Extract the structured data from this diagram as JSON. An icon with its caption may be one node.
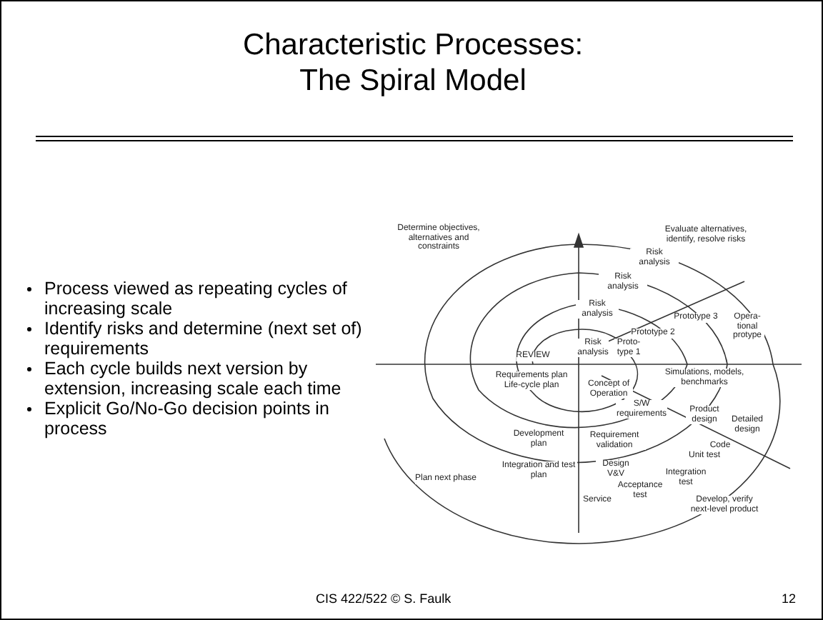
{
  "diagram": {
    "title": "Characteristic Processes: The Spiral Model",
    "labels": [
      "Process viewed as repeating cycles of increasing scale",
      "Identify risks and determine (next set of) requirements",
      "Each cycle builds next version by extension, increasing scale each time",
      "Explicit Go/No-Go decision points in process",
      "Determine objectives, alternatives and constraints",
      "Evaluate alternatives, identify, resolve risks",
      "Risk analysis",
      "Risk analysis",
      "Risk analysis",
      "Opera-tional protype",
      "Prototype 3",
      "Prototype 2",
      "REVIEW",
      "Risk analysis",
      "Proto-type 1",
      "Requirements plan Life-cycle plan",
      "Concept of Operation",
      "Simulations, models, benchmarks",
      "S/W requirements",
      "Product design",
      "Detailed design",
      "Development plan",
      "Requirement validation",
      "Code",
      "Unit test",
      "Integration and test plan",
      "Design V&V",
      "Integration test",
      "Plan next phase",
      "Acceptance test",
      "Service",
      "Develop, verify next-level product",
      "CIS 422/522 © S. Faulk",
      "12"
    ]
  }
}
